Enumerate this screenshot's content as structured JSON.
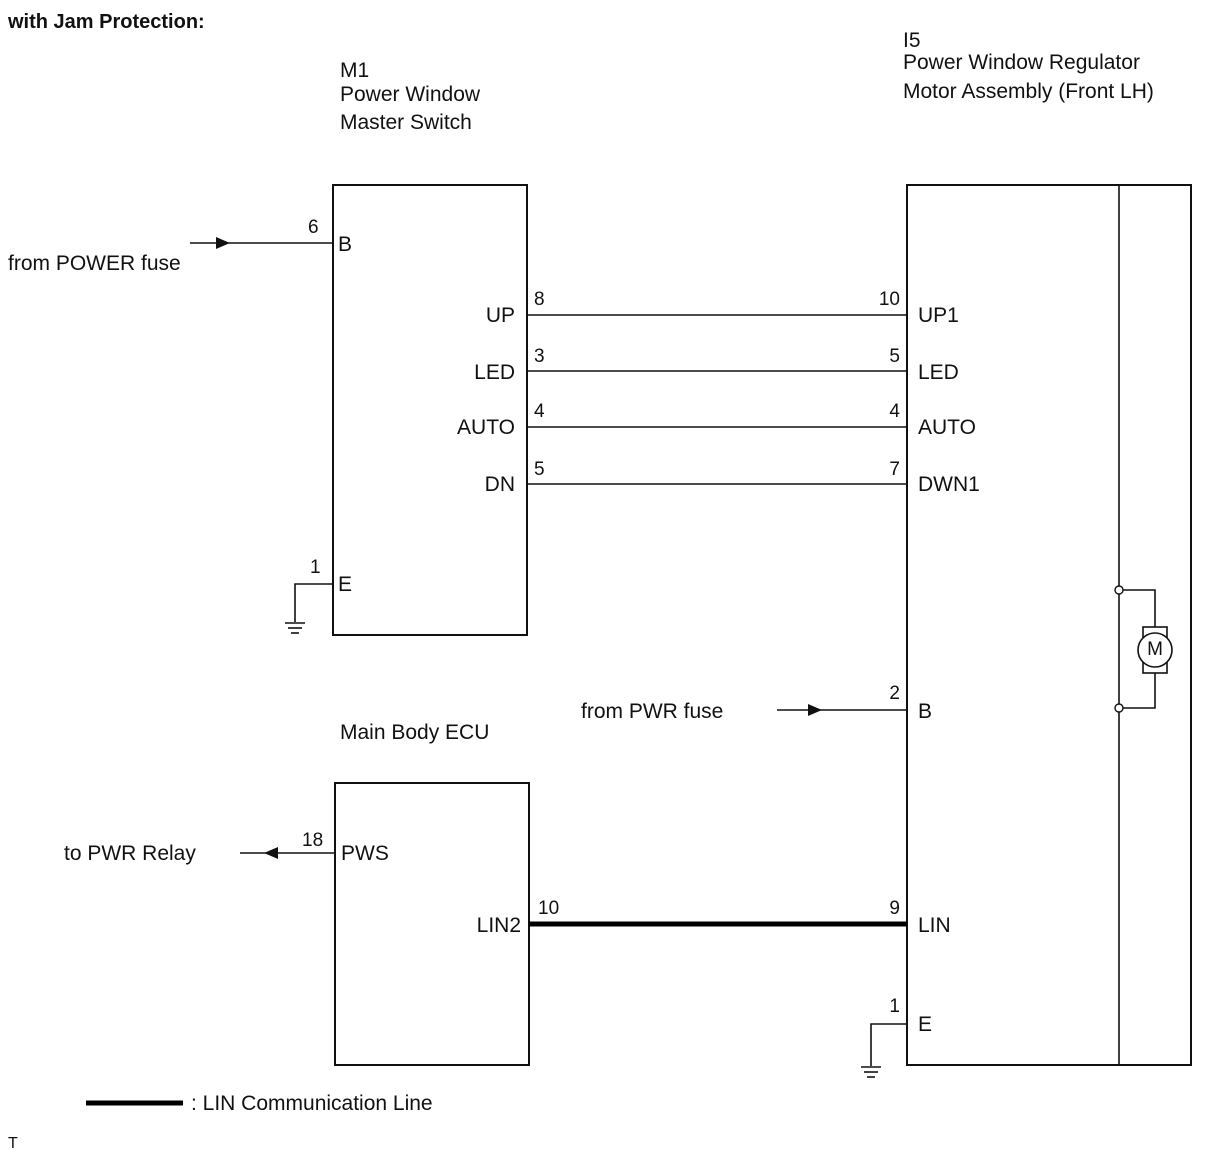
{
  "header": "with Jam Protection:",
  "master_switch": {
    "code": "M1",
    "name_line1": "Power Window",
    "name_line2": "Master Switch",
    "pins": {
      "B": {
        "label": "B",
        "num": "6"
      },
      "UP": {
        "label": "UP",
        "num": "8"
      },
      "LED": {
        "label": "LED",
        "num": "3"
      },
      "AUTO": {
        "label": "AUTO",
        "num": "4"
      },
      "DN": {
        "label": "DN",
        "num": "5"
      },
      "E": {
        "label": "E",
        "num": "1"
      }
    }
  },
  "regulator_motor": {
    "code": "I5",
    "name_line1": "Power Window Regulator",
    "name_line2": "Motor Assembly (Front LH)",
    "motor_symbol": "M",
    "pins": {
      "UP1": {
        "label": "UP1",
        "num": "10"
      },
      "LED": {
        "label": "LED",
        "num": "5"
      },
      "AUTO": {
        "label": "AUTO",
        "num": "4"
      },
      "DWN1": {
        "label": "DWN1",
        "num": "7"
      },
      "B": {
        "label": "B",
        "num": "2"
      },
      "LIN": {
        "label": "LIN",
        "num": "9"
      },
      "E": {
        "label": "E",
        "num": "1"
      }
    }
  },
  "body_ecu": {
    "name": "Main Body ECU",
    "pins": {
      "PWS": {
        "label": "PWS",
        "num": "18"
      },
      "LIN2": {
        "label": "LIN2",
        "num": "10"
      }
    }
  },
  "external": {
    "from_power_fuse": "from POWER fuse",
    "from_pwr_fuse": "from PWR fuse",
    "to_pwr_relay": "to PWR Relay"
  },
  "legend": {
    "lin_line": ": LIN Communication Line"
  },
  "footer_mark": "T"
}
